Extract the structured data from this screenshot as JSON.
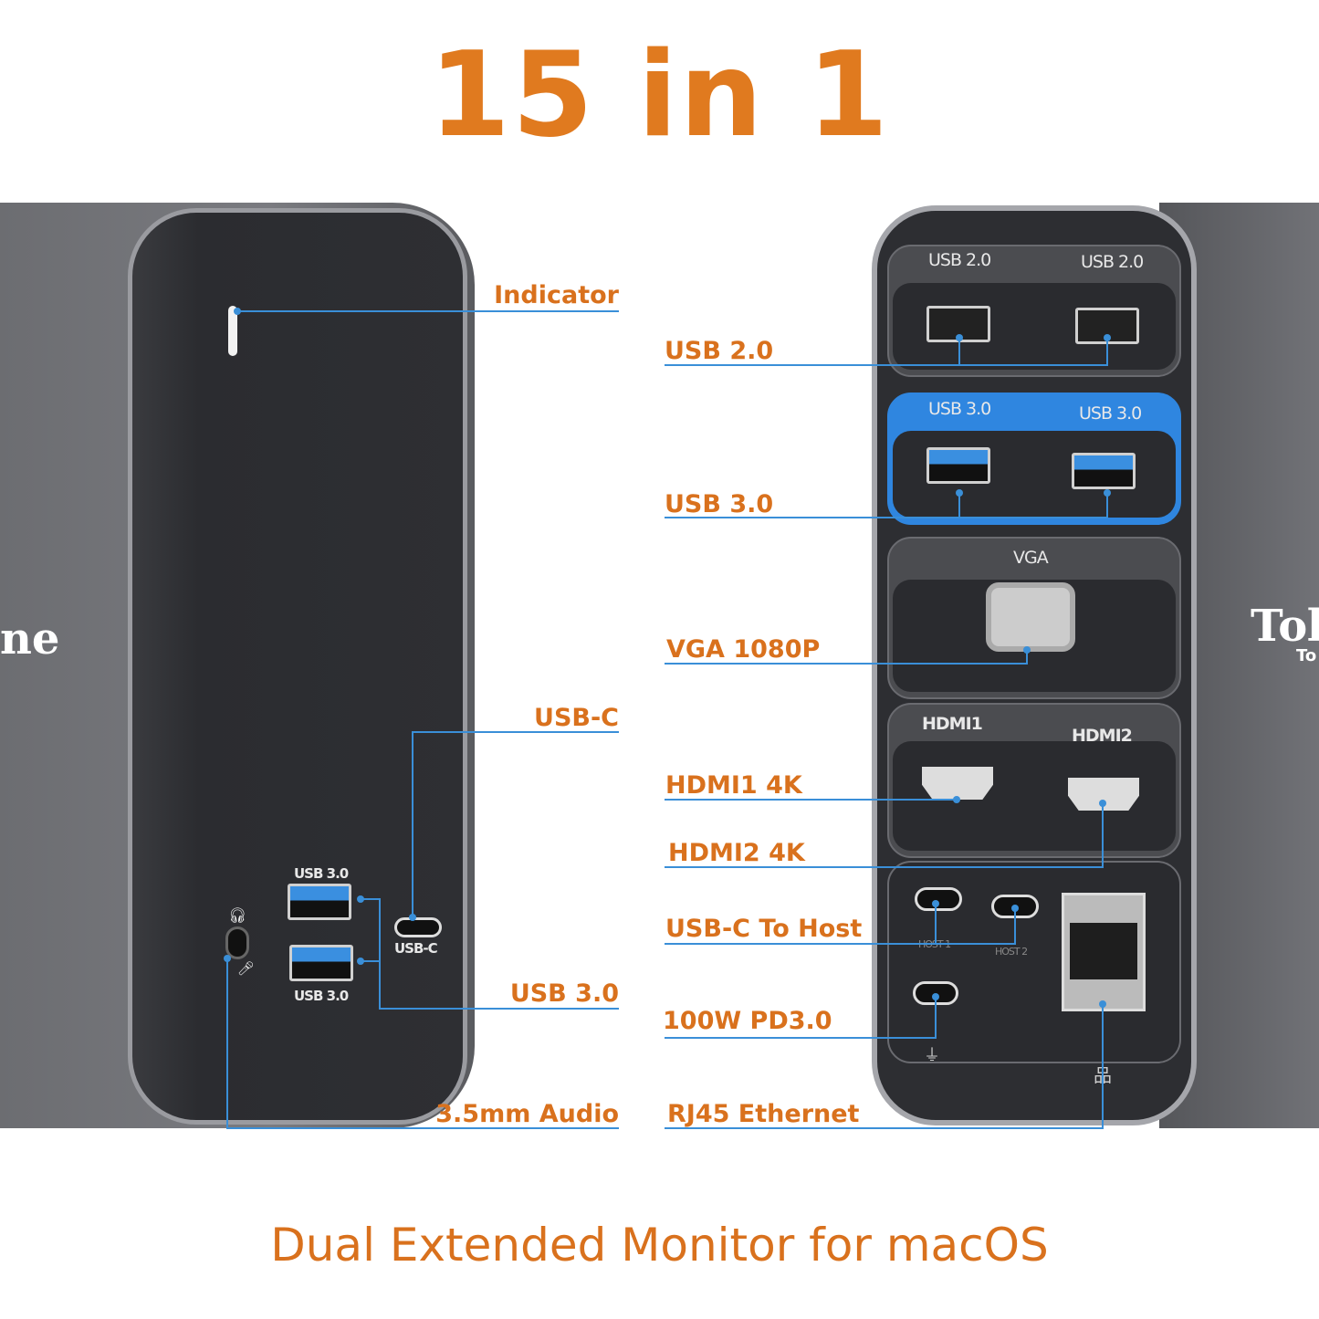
{
  "title": "15 in 1",
  "subtitle": "Dual Extended Monitor for macOS",
  "brand": {
    "left_partial": "ne",
    "right_partial": "Tob",
    "right_sub_partial": "To"
  },
  "colors": {
    "label": "#d9711d",
    "line": "#3a8fd8",
    "usb3_blue": "#2f86e0"
  },
  "left_callouts": [
    "Indicator",
    "USB-C",
    "USB 3.0",
    "3.5mm Audio"
  ],
  "right_callouts": [
    "USB 2.0",
    "USB 3.0",
    "VGA 1080P",
    "HDMI1 4K",
    "HDMI2 4K",
    "USB-C To Host",
    "100W PD3.0",
    "RJ45 Ethernet"
  ],
  "left_port_labels": {
    "usb3_top": "USB 3.0",
    "usb3_bottom": "USB 3.0",
    "usbc": "USB-C"
  },
  "right_port_labels": {
    "usb2_a": "USB 2.0",
    "usb2_b": "USB 2.0",
    "usb3_a": "USB 3.0",
    "usb3_b": "USB 3.0",
    "vga": "VGA",
    "hdmi1": "HDMI1",
    "hdmi2": "HDMI2",
    "host1": "HOST 1",
    "host2": "HOST 2"
  },
  "icons": [
    "headphone-icon",
    "microphone-icon",
    "power-plug-icon",
    "network-icon"
  ]
}
